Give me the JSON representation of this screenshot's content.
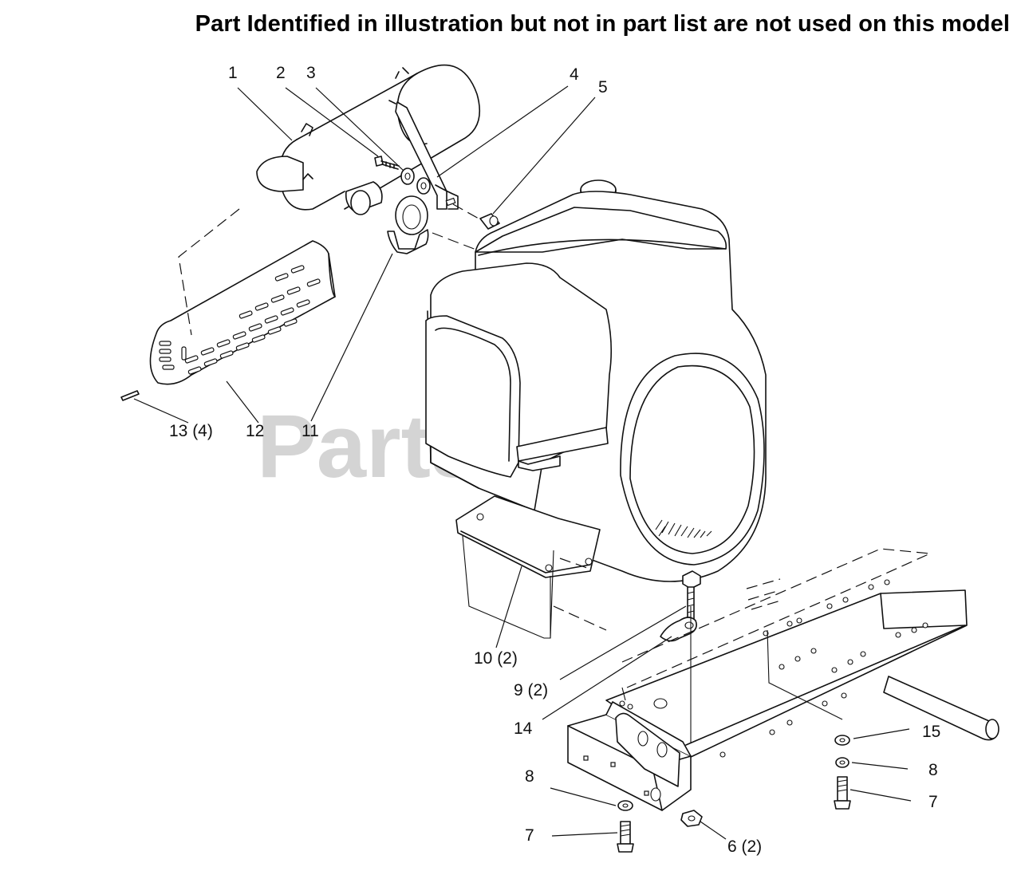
{
  "title": "Part Identified in illustration but not in part list are not used on this model",
  "watermark": "PartsTree",
  "callouts": {
    "c1": "1",
    "c2": "2",
    "c3": "3",
    "c4": "4",
    "c5": "5",
    "c6": "6 (2)",
    "c7a": "7",
    "c7b": "7",
    "c8a": "8",
    "c8b": "8",
    "c9": "9 (2)",
    "c10": "10 (2)",
    "c11": "11",
    "c12": "12",
    "c13": "13 (4)",
    "c14": "14",
    "c15": "15"
  }
}
